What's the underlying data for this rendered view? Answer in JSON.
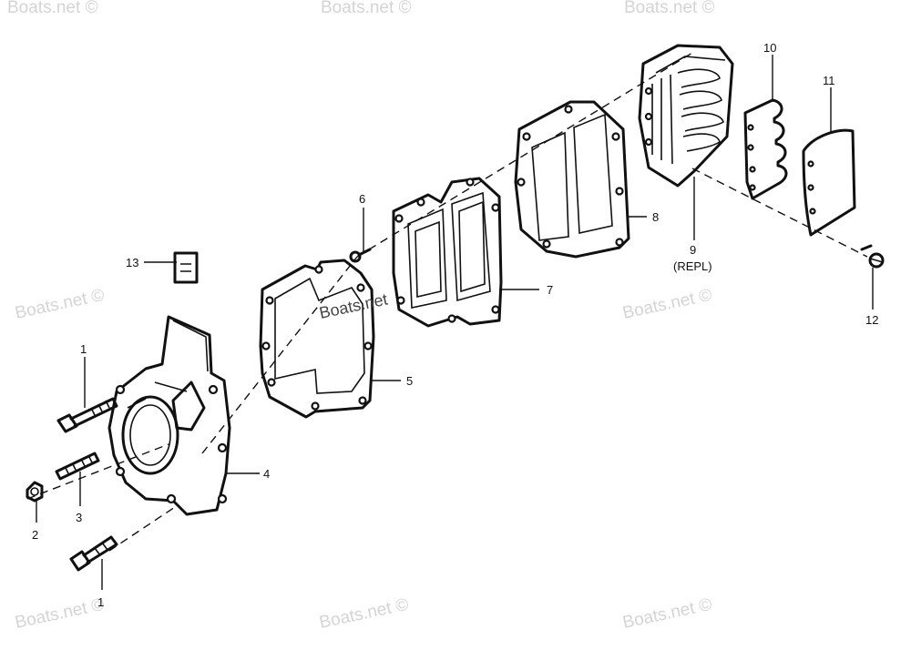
{
  "watermark": "Boats.net ©",
  "watermark_inline": "Boats.net",
  "callouts": {
    "c1a": "1",
    "c1b": "1",
    "c2": "2",
    "c3": "3",
    "c4": "4",
    "c5": "5",
    "c6": "6",
    "c7": "7",
    "c8": "8",
    "c9": "9",
    "c9_note": "(REPL)",
    "c10": "10",
    "c11": "11",
    "c12": "12",
    "c13": "13"
  }
}
